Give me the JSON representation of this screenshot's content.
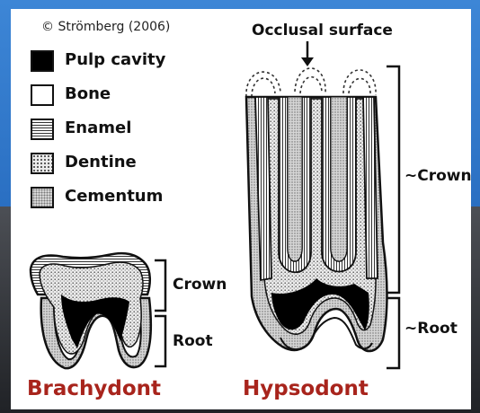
{
  "credit": "© Strömberg (2006)",
  "legend": [
    {
      "label": "Pulp cavity",
      "swatch": "pulp"
    },
    {
      "label": "Bone",
      "swatch": "bone"
    },
    {
      "label": "Enamel",
      "swatch": "enamel"
    },
    {
      "label": "Dentine",
      "swatch": "dentine"
    },
    {
      "label": "Cementum",
      "swatch": "cementum"
    }
  ],
  "occlusal_label": "Occlusal surface",
  "brachydont": {
    "title": "Brachydont",
    "crown": "Crown",
    "root": "Root"
  },
  "hypsodont": {
    "title": "Hypsodont",
    "crown": "~Crown",
    "root": "~Root"
  },
  "colors": {
    "title_red": "#a8241c",
    "background_blue": "#2a6fc2",
    "frame_dark": "#202226"
  }
}
